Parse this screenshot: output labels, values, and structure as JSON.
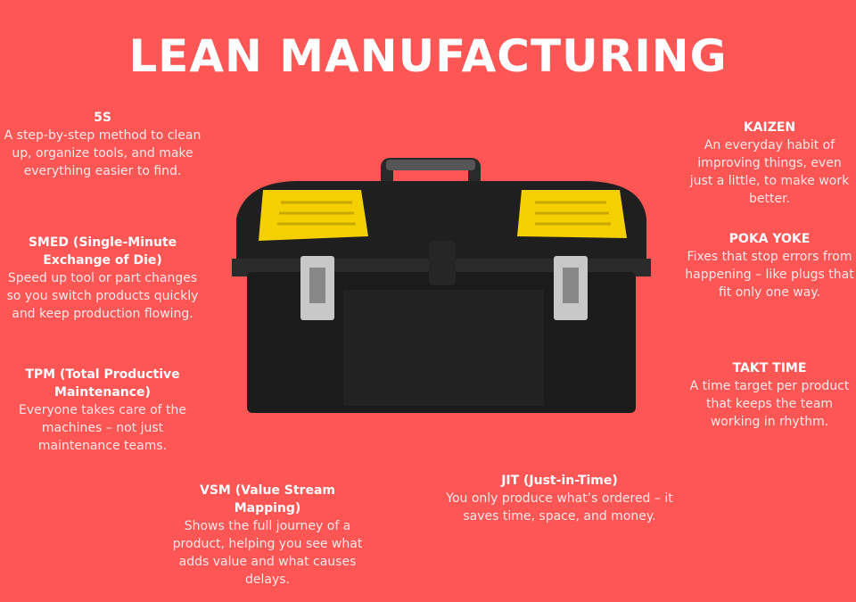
{
  "title": "LEAN MANUFACTURING",
  "items": [
    {
      "name": "5S",
      "desc": "A step-by-step method to clean up, organize tools, and make everything easier to find."
    },
    {
      "name": "SMED (Single-Minute Exchange of Die)",
      "desc": "Speed up tool or part changes so you switch products quickly and keep production flowing."
    },
    {
      "name": "TPM (Total Productive Maintenance)",
      "desc": "Everyone takes care of the machines – not just maintenance teams."
    },
    {
      "name": "KAIZEN",
      "desc": "An everyday habit of improving things, even just a little, to make work better."
    },
    {
      "name": "POKA YOKE",
      "desc": "Fixes that stop errors from happening – like plugs that fit only one way."
    },
    {
      "name": "TAKT TIME",
      "desc": "A time target per product that keeps the team working in rhythm."
    },
    {
      "name": "VSM (Value Stream Mapping)",
      "desc": "Shows the full journey of a product, helping you see what adds value and what causes delays."
    },
    {
      "name": "JIT (Just-in-Time)",
      "desc": "You only produce what’s ordered – it saves time, space, and money."
    }
  ],
  "colors": {
    "background": "#fe5555",
    "lid_yellow": "#f5d000",
    "box": "#1c1c1c"
  }
}
